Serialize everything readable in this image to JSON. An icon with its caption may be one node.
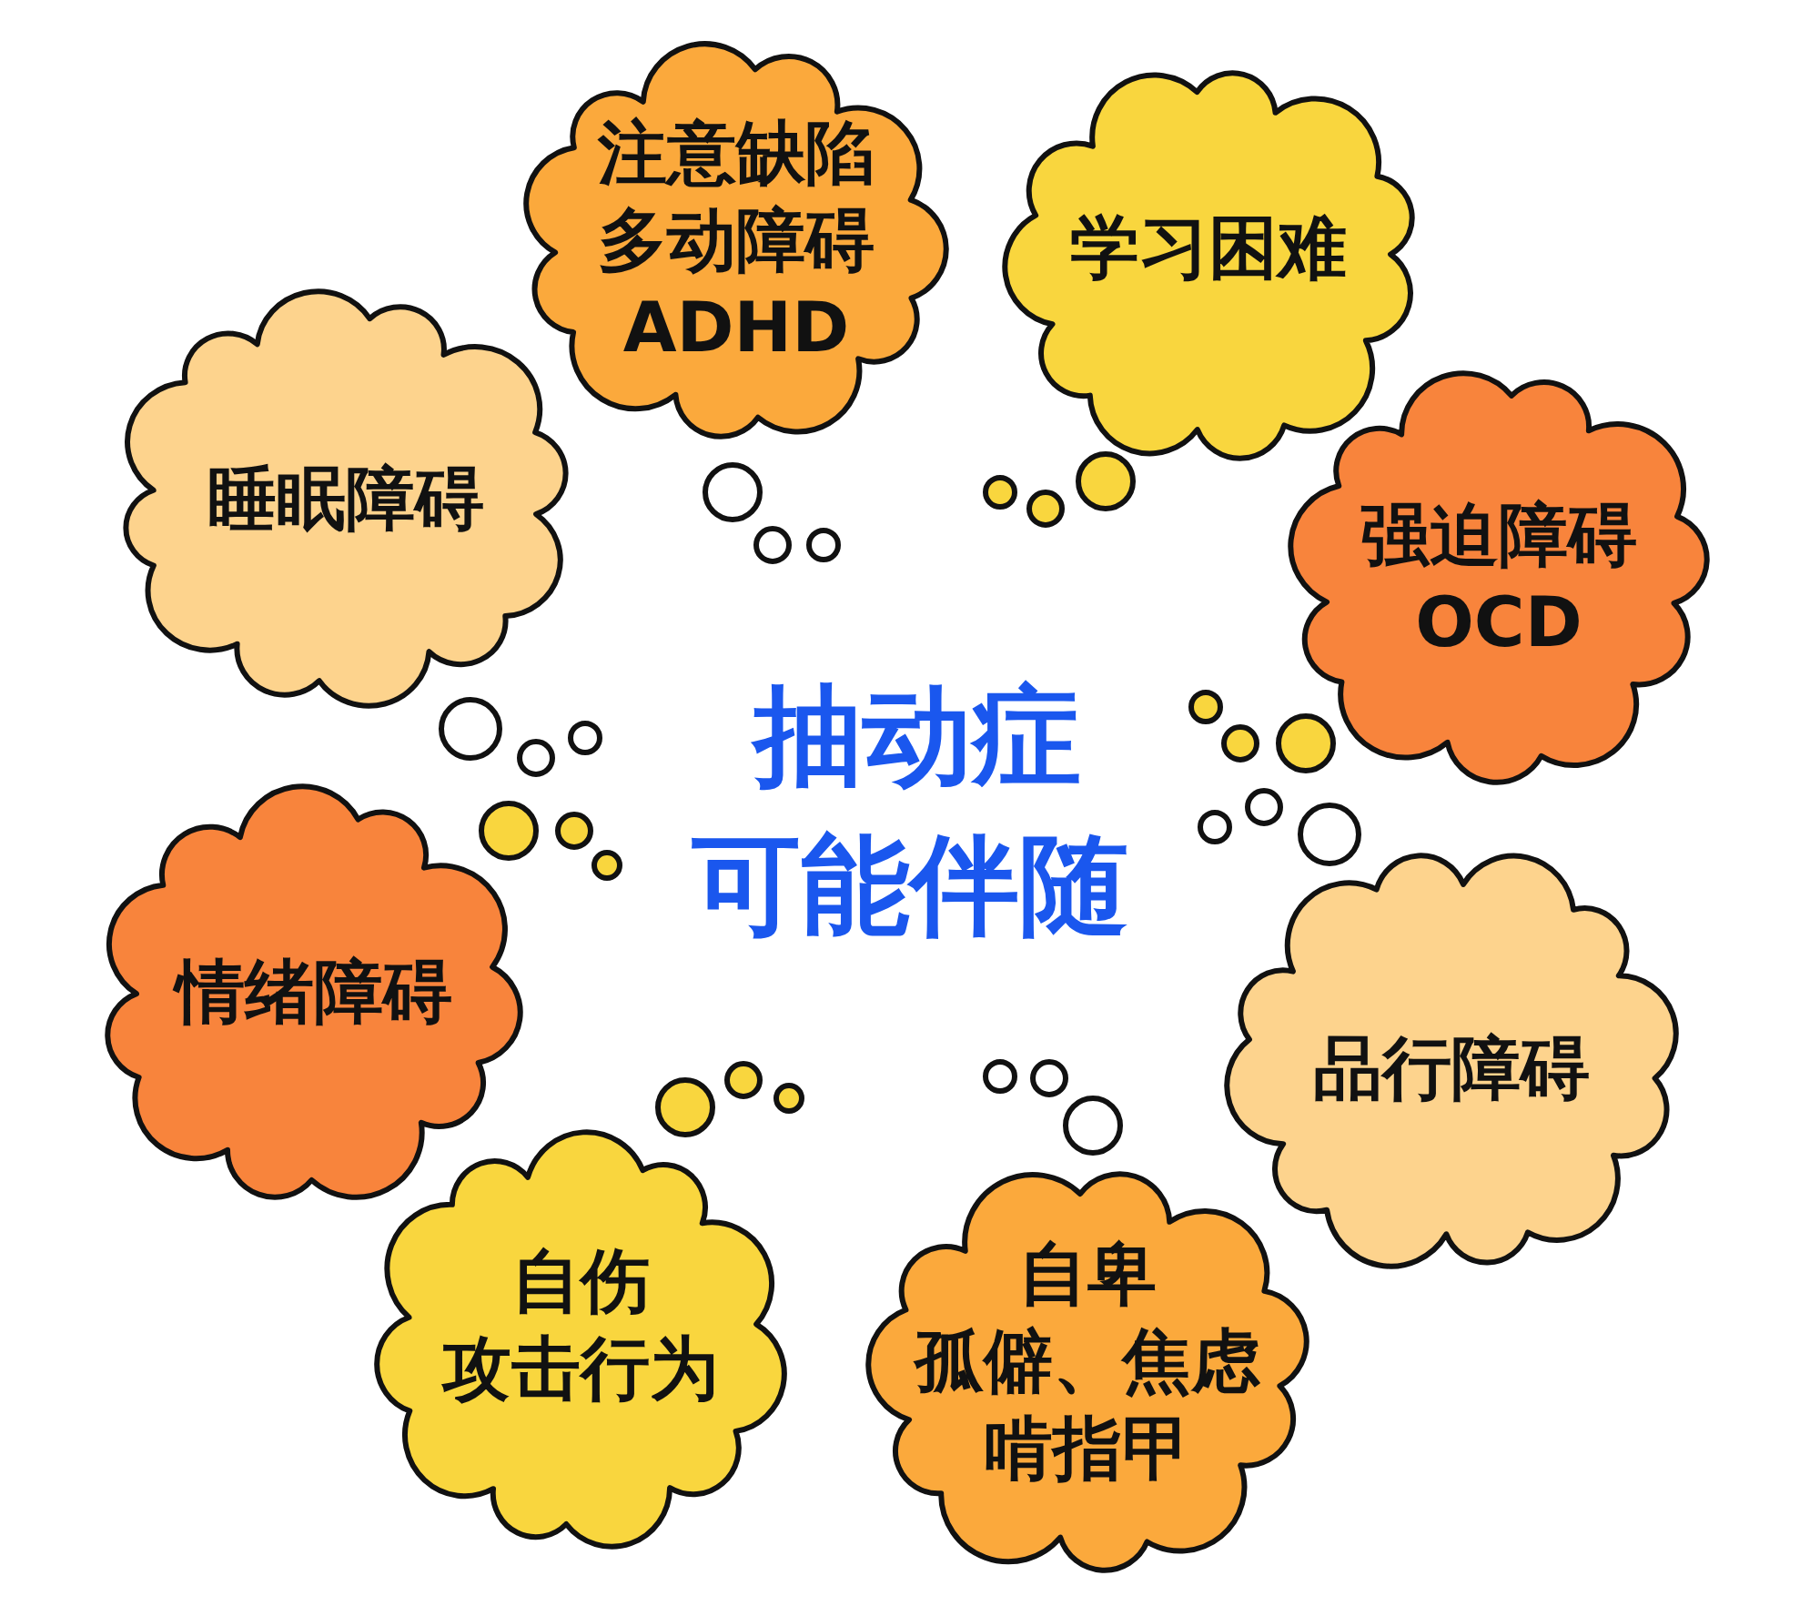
{
  "diagram": {
    "title": "抽动症可能伴随",
    "nodes": [
      {
        "text": [
          "注意缺陷多动障碍",
          "ADHD"
        ]
      },
      {
        "text": [
          "学习困难"
        ]
      },
      {
        "text": [
          "睡眠障碍"
        ]
      },
      {
        "text": [
          "强迫障碍",
          "OCD"
        ]
      },
      {
        "text": [
          "情绪障碍"
        ]
      },
      {
        "text": [
          "品行障碍"
        ]
      },
      {
        "text": [
          "自伤",
          "攻击行为"
        ]
      },
      {
        "text": [
          "自卑",
          "孤僻、焦虑",
          "啃指甲"
        ]
      }
    ]
  }
}
